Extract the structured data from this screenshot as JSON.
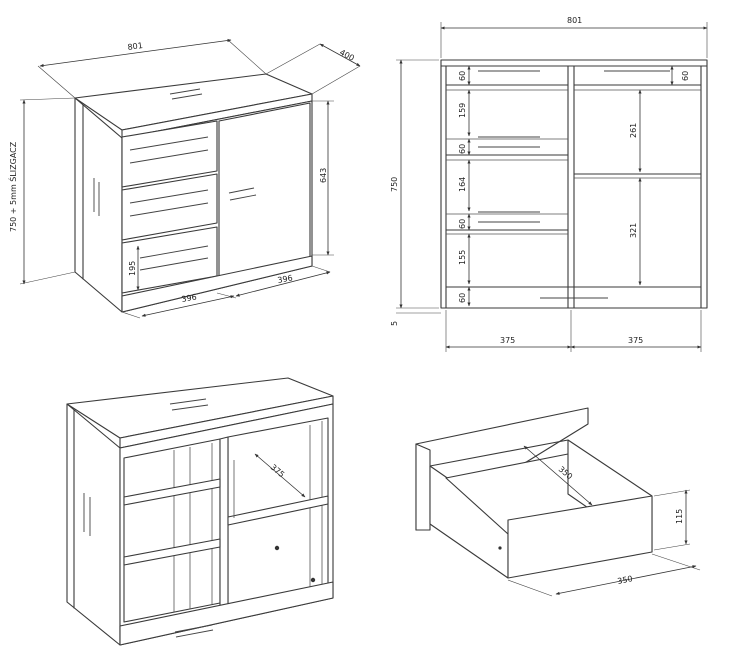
{
  "persp_cabinet": {
    "width": "801",
    "depth": "400",
    "height": "750 + 5mm ŚLIZGACZ",
    "door_height": "643",
    "drawer_height": "195",
    "width_left": "396",
    "width_right": "396"
  },
  "front_view": {
    "width": "801",
    "height": "750",
    "slider": "5",
    "left_sections": [
      "60",
      "159",
      "60",
      "164",
      "60",
      "155"
    ],
    "right_sections": [
      "60",
      "261",
      "321"
    ],
    "bottom_rail": "60",
    "col_left": "375",
    "col_right": "375"
  },
  "open_cabinet": {
    "shelf_depth": "375"
  },
  "drawer": {
    "inner_depth": "350",
    "width": "350",
    "height": "115"
  }
}
